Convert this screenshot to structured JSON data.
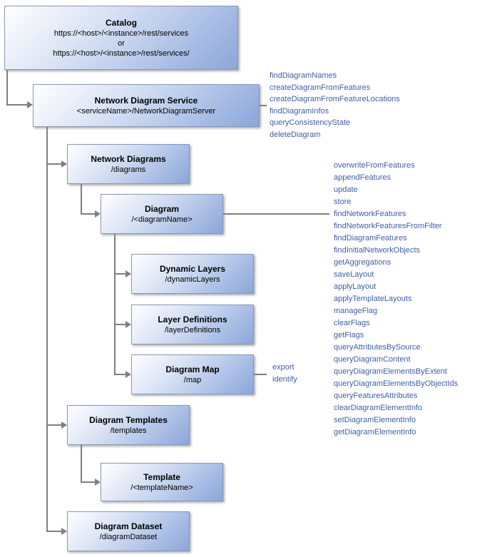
{
  "boxes": {
    "catalog": {
      "title": "Catalog",
      "lines": [
        "https://<host>/<instance>/rest/services",
        "or",
        "https://<host>/<instance>/rest/services/"
      ]
    },
    "service": {
      "title": "Network Diagram Service",
      "path": "<serviceName>/NetworkDiagramServer"
    },
    "network_diagrams": {
      "title": "Network Diagrams",
      "path": "/diagrams"
    },
    "diagram": {
      "title": "Diagram",
      "path": "/<diagramName>"
    },
    "dynamic_layers": {
      "title": "Dynamic Layers",
      "path": "/dynamicLayers"
    },
    "layer_definitions": {
      "title": "Layer Definitions",
      "path": "/layerDefinitions"
    },
    "diagram_map": {
      "title": "Diagram Map",
      "path": "/map"
    },
    "diagram_templates": {
      "title": "Diagram Templates",
      "path": "/templates"
    },
    "template": {
      "title": "Template",
      "path": "/<templateName>"
    },
    "diagram_dataset": {
      "title": "Diagram Dataset",
      "path": "/diagramDataset"
    }
  },
  "operations": {
    "service": [
      "findDiagramNames",
      "createDiagramFromFeatures",
      "createDiagramFromFeatureLocations",
      "findDiagramInfos",
      "queryConsistencyState",
      "deleteDiagram"
    ],
    "diagram": [
      "overwriteFromFeatures",
      "appendFeatures",
      "update",
      "store",
      "findNetworkFeatures",
      "findNetworkFeaturesFromFilter",
      "findDiagramFeatures",
      "findInitialNetworkObjects",
      "getAggregations",
      "saveLayout",
      "applyLayout",
      "applyTemplateLayouts",
      "manageFlag",
      "clearFlags",
      "getFlags",
      "queryAttributesBySource",
      "queryDiagramContent",
      "queryDiagramElementsByExtent",
      "queryDiagramElementsByObjectIds",
      "queryFeaturesAttributes",
      "clearDiagramElementInfo",
      "setDiagramElementInfo",
      "getDiagramElementInfo"
    ],
    "diagram_map": [
      "export",
      "identify"
    ]
  },
  "colors": {
    "box_gradient_start": "#ffffff",
    "box_gradient_end": "#8ba6d9",
    "box_border": "#8898b8",
    "connector": "#7f7f7f",
    "operation_text": "#3e5fa6",
    "box_text": "#000000"
  }
}
